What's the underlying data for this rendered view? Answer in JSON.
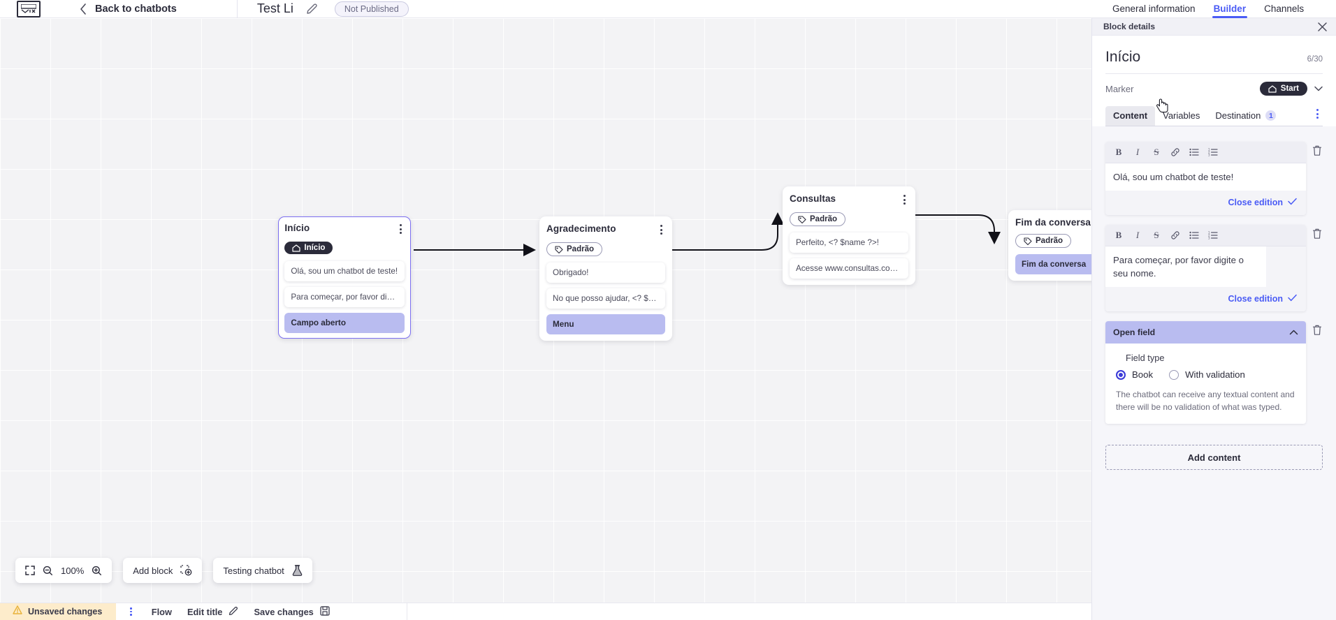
{
  "header": {
    "logo_name": "vtex-logo",
    "back_label": "Back to chatbots",
    "bot_title": "Test Li",
    "publish_badge": "Not Published",
    "tabs": [
      {
        "label": "General information",
        "active": false
      },
      {
        "label": "Builder",
        "active": true
      },
      {
        "label": "Channels",
        "active": false
      }
    ]
  },
  "canvas": {
    "zoom_level": "100%",
    "add_block_label": "Add block",
    "testing_label": "Testing chatbot",
    "nodes": [
      {
        "title": "Início",
        "chip": "Início",
        "chip_kind": "start",
        "selected": true,
        "messages": [
          {
            "text": "Olá, sou um chatbot de teste!",
            "highlight": false
          },
          {
            "text": "Para começar, por favor digite o ...",
            "highlight": false
          },
          {
            "text": "Campo aberto",
            "highlight": true
          }
        ]
      },
      {
        "title": "Agradecimento",
        "chip": "Padrão",
        "chip_kind": "padrao",
        "selected": false,
        "messages": [
          {
            "text": "Obrigado!",
            "highlight": false
          },
          {
            "text": "No que posso ajudar, <? $name ...",
            "highlight": false
          },
          {
            "text": "Menu",
            "highlight": true
          }
        ]
      },
      {
        "title": "Consultas",
        "chip": "Padrão",
        "chip_kind": "padrao",
        "selected": false,
        "messages": [
          {
            "text": "Perfeito, <? $name ?>!",
            "highlight": false
          },
          {
            "text": "Acesse www.consultas.com par...",
            "highlight": false
          }
        ]
      },
      {
        "title": "Fim da conversa",
        "chip": "Padrão",
        "chip_kind": "padrao",
        "selected": false,
        "messages": [
          {
            "text": "Fim da conversa",
            "highlight": true
          }
        ]
      }
    ]
  },
  "statusbar": {
    "unsaved_label": "Unsaved changes",
    "flow_label": "Flow",
    "edit_title_label": "Edit title",
    "save_label": "Save changes"
  },
  "panel": {
    "header_title": "Block details",
    "block_title": "Início",
    "char_count": "6/30",
    "marker_label": "Marker",
    "marker_value": "Start",
    "tabs": [
      {
        "label": "Content",
        "active": true,
        "badge": ""
      },
      {
        "label": "Variables",
        "active": false,
        "badge": ""
      },
      {
        "label": "Destination",
        "active": false,
        "badge": "1"
      }
    ],
    "editors": [
      {
        "text": "Olá, sou um chatbot de teste!",
        "close_label": "Close edition"
      },
      {
        "text": "Para começar, por favor digite o seu nome.",
        "close_label": "Close edition"
      }
    ],
    "open_field": {
      "title": "Open field",
      "field_type_label": "Field type",
      "options": [
        {
          "label": "Book",
          "selected": true
        },
        {
          "label": "With validation",
          "selected": false
        }
      ],
      "description": "The chatbot can receive any textual content and there will be no validation of what was typed."
    },
    "add_content_label": "Add content"
  },
  "colors": {
    "accent": "#4a5bf5",
    "highlight": "#b9bcf0",
    "dark": "#2b2b3a",
    "warning_bg": "#fdeccb"
  }
}
